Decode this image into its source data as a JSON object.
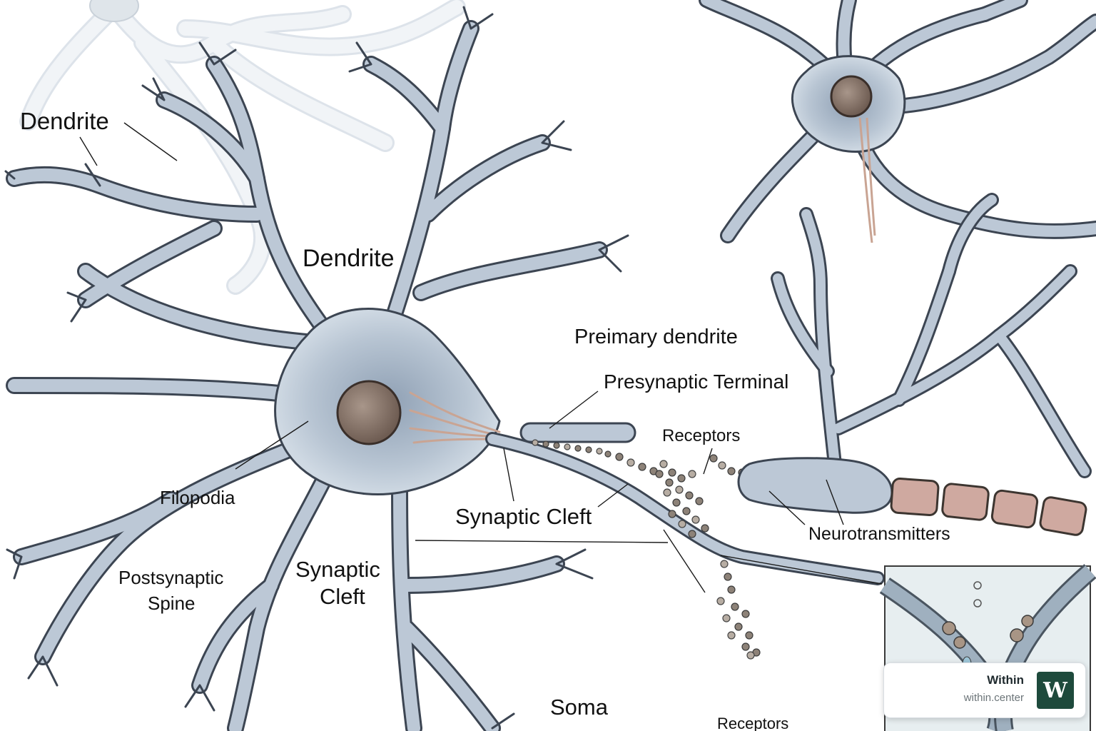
{
  "labels": {
    "dendrite_top_left": "Dendrite",
    "dendrite_center": "Dendrite",
    "preimary_dendrite": "Preimary dendrite",
    "presynaptic_terminal": "Presynaptic Terminal",
    "receptors_upper": "Receptors",
    "filopodia": "Filopodia",
    "synaptic_cleft_right": "Synaptic Cleft",
    "neurotransmitters": "Neurotransmitters",
    "postsynaptic_spine_line1": "Postsynaptic",
    "postsynaptic_spine_line2": "Spine",
    "synaptic_cleft_left_line1": "Synaptic",
    "synaptic_cleft_left_line2": "Cleft",
    "soma": "Soma",
    "receptors_lower": "Receptors"
  },
  "watermark": {
    "name": "Within",
    "url": "within.center",
    "logo_letter": "W"
  },
  "colors": {
    "cell_fill": "#bcc8d6",
    "cell_outline": "#3c4552",
    "nucleus": "#7d6a5e",
    "myelin": "#cfa9a0",
    "watermark_logo_bg": "#1e4a3c",
    "inset_bg": "#e7eef0"
  }
}
